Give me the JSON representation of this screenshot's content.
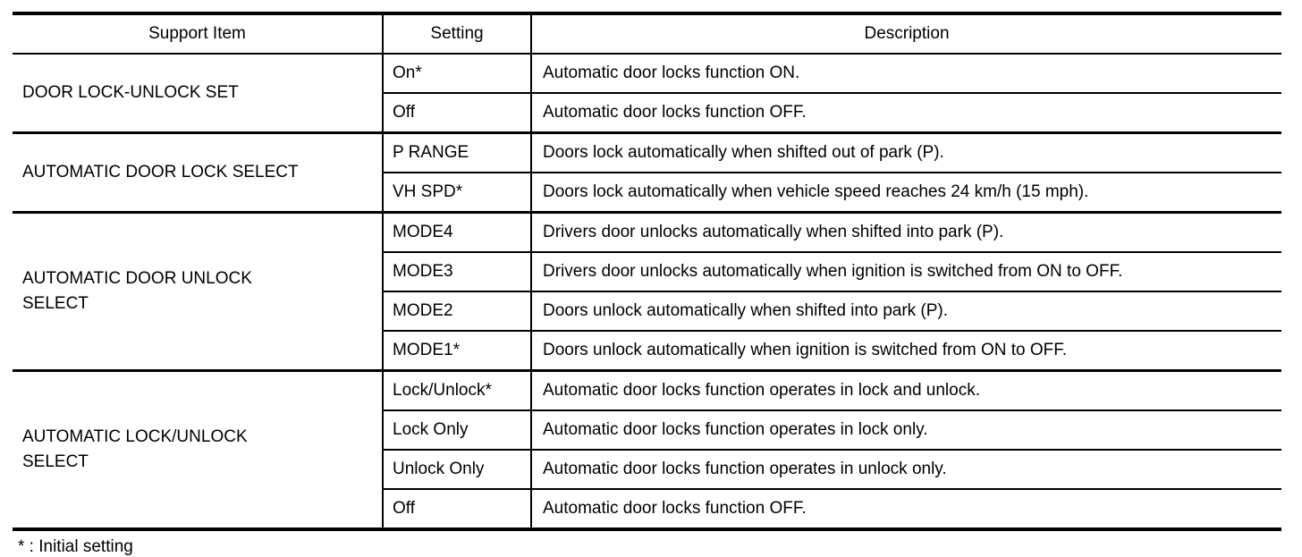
{
  "table": {
    "headers": [
      "Support Item",
      "Setting",
      "Description"
    ],
    "groups": [
      {
        "support_item": "DOOR LOCK-UNLOCK SET",
        "rows": [
          {
            "setting": "On*",
            "description": "Automatic door locks function ON."
          },
          {
            "setting": "Off",
            "description": "Automatic door locks function OFF."
          }
        ]
      },
      {
        "support_item": "AUTOMATIC DOOR LOCK SELECT",
        "rows": [
          {
            "setting": "P RANGE",
            "description": "Doors lock automatically when shifted out of park (P)."
          },
          {
            "setting": "VH SPD*",
            "description": "Doors lock automatically when vehicle speed reaches 24 km/h (15 mph)."
          }
        ]
      },
      {
        "support_item": "AUTOMATIC DOOR UNLOCK\nSELECT",
        "rows": [
          {
            "setting": "MODE4",
            "description": "Drivers door unlocks automatically when shifted into park (P)."
          },
          {
            "setting": "MODE3",
            "description": "Drivers door unlocks automatically when ignition is switched from ON to OFF."
          },
          {
            "setting": "MODE2",
            "description": "Doors unlock automatically when shifted into park (P)."
          },
          {
            "setting": "MODE1*",
            "description": "Doors unlock automatically when ignition is switched from ON to OFF."
          }
        ]
      },
      {
        "support_item": "AUTOMATIC LOCK/UNLOCK\nSELECT",
        "rows": [
          {
            "setting": "Lock/Unlock*",
            "description": "Automatic door locks function operates in lock and unlock."
          },
          {
            "setting": "Lock Only",
            "description": "Automatic door locks function operates in lock only."
          },
          {
            "setting": "Unlock Only",
            "description": "Automatic door locks function operates in unlock only."
          },
          {
            "setting": "Off",
            "description": "Automatic door locks function OFF."
          }
        ]
      }
    ]
  },
  "footnote": "* : Initial setting"
}
